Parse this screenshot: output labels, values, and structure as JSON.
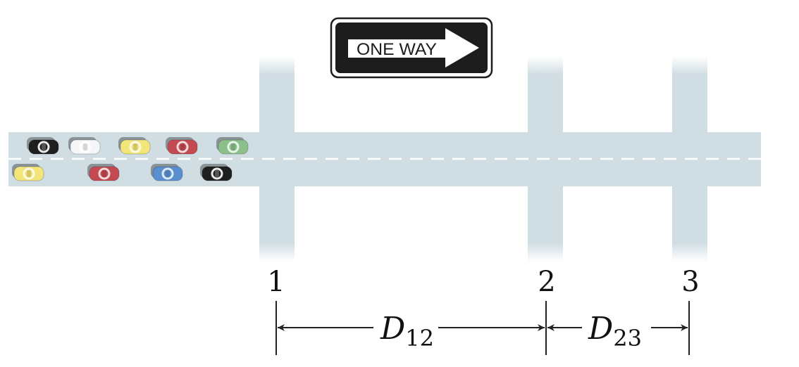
{
  "sign": {
    "text": "ONE WAY",
    "icon": "right-arrow-icon"
  },
  "intersections": [
    {
      "label": "1"
    },
    {
      "label": "2"
    },
    {
      "label": "3"
    }
  ],
  "distances": [
    {
      "symbol": "D",
      "subscript": "12"
    },
    {
      "symbol": "D",
      "subscript": "23"
    }
  ],
  "cars": {
    "top_lane": [
      "#1f1f1f",
      "#f4f6f8",
      "#f2e57a",
      "#c44a52",
      "#8cc08a"
    ],
    "bottom_lane": [
      "#f2e57a",
      "#c44a52",
      "#5a8fcf",
      "#1f1f1f"
    ]
  },
  "colors": {
    "road": "#d0dde3",
    "lane_dash": "#ffffff",
    "sign_bg": "#1d1d1d",
    "dimension_line": "#222222"
  }
}
